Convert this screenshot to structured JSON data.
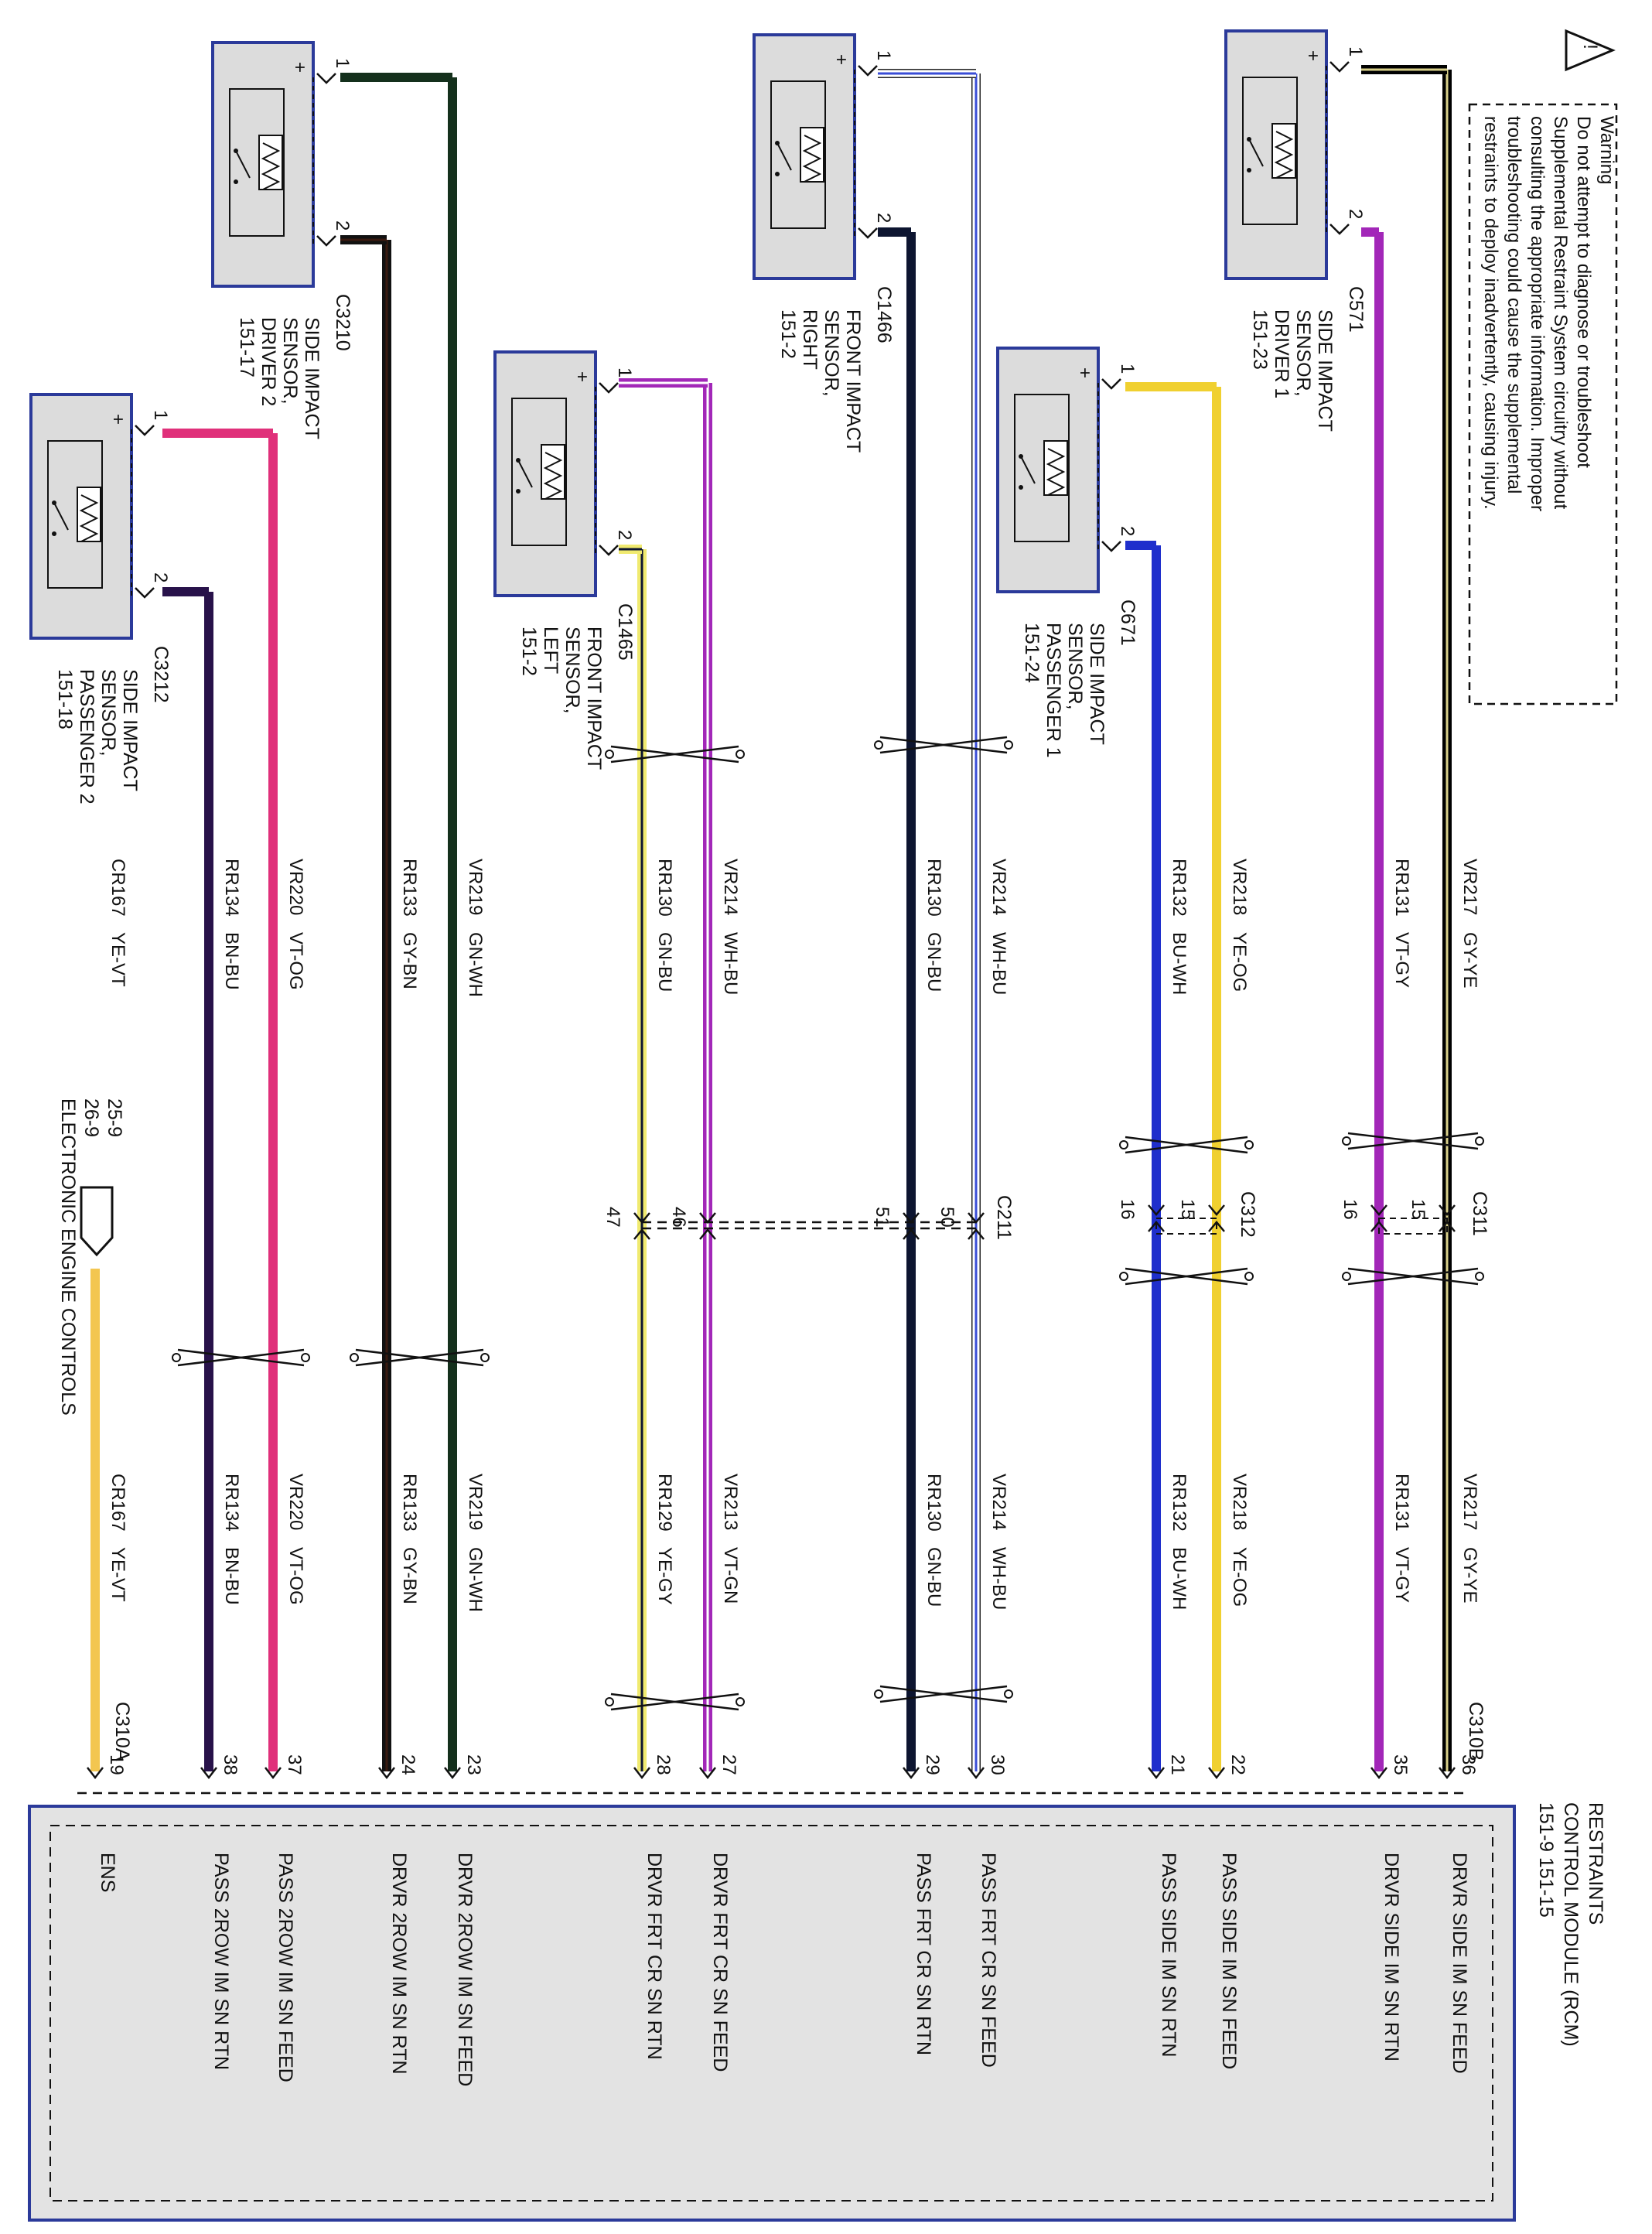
{
  "warning": {
    "lines": [
      "Warning",
      "Do not attempt to diagnose or troubleshoot",
      "Supplemental Restraint System circuitry without",
      "consulting the appropriate information. Improper",
      "troubleshooting could cause the supplemental",
      "restraints to deploy inadvertently, causing injury."
    ]
  },
  "module": {
    "name_lines": [
      "RESTRAINTS",
      "CONTROL MODULE (RCM)",
      "151-9     151-15"
    ],
    "connector_b": "C310B",
    "connector_a": "C310A"
  },
  "sensors": [
    {
      "id": "s1",
      "label_lines": [
        "SIDE IMPACT",
        "SENSOR,",
        "DRIVER 1",
        "151-23"
      ],
      "connector": "C571",
      "pins": [
        "1",
        "2"
      ]
    },
    {
      "id": "s2",
      "label_lines": [
        "SIDE IMPACT",
        "SENSOR,",
        "PASSENGER 1",
        "151-24"
      ],
      "connector": "C671",
      "pins": [
        "1",
        "2"
      ]
    },
    {
      "id": "s3",
      "label_lines": [
        "FRONT IMPACT",
        "SENSOR,",
        "RIGHT",
        "151-2"
      ],
      "connector": "C1466",
      "pins": [
        "1",
        "2"
      ]
    },
    {
      "id": "s4",
      "label_lines": [
        "FRONT IMPACT",
        "SENSOR,",
        "LEFT",
        "151-2"
      ],
      "connector": "C1465",
      "pins": [
        "1",
        "2"
      ]
    },
    {
      "id": "s5",
      "label_lines": [
        "SIDE IMPACT",
        "SENSOR,",
        "DRIVER 2",
        "151-17"
      ],
      "connector": "C3210",
      "pins": [
        "1",
        "2"
      ]
    },
    {
      "id": "s6",
      "label_lines": [
        "SIDE IMPACT",
        "SENSOR,",
        "PASSENGER 2",
        "151-18"
      ],
      "connector": "C3212",
      "pins": [
        "1",
        "2"
      ]
    }
  ],
  "inline_connectors": [
    {
      "name": "C311",
      "pins": [
        "15",
        "16"
      ]
    },
    {
      "name": "C312",
      "pins": [
        "15",
        "16"
      ]
    },
    {
      "name": "C211",
      "pins": [
        "50",
        "51",
        "46",
        "47"
      ]
    }
  ],
  "wires": [
    {
      "circuit_top": "VR217",
      "color_top": "GY-YE",
      "circuit_bottom": "VR217",
      "color_bottom": "GY-YE",
      "module_pin": "36",
      "function": "DRVR SIDE IM SN FEED",
      "hex": "#000000",
      "stripe": "#d9d08a"
    },
    {
      "circuit_top": "RR131",
      "color_top": "VT-GY",
      "circuit_bottom": "RR131",
      "color_bottom": "VT-GY",
      "module_pin": "35",
      "function": "DRVR SIDE IM SN RTN",
      "hex": "#a227b8",
      "stripe": "#a227b8"
    },
    {
      "circuit_top": "VR218",
      "color_top": "YE-OG",
      "circuit_bottom": "VR218",
      "color_bottom": "YE-OG",
      "module_pin": "22",
      "function": "PASS SIDE IM SN FEED",
      "hex": "#f0d030",
      "stripe": "#f0d030"
    },
    {
      "circuit_top": "RR132",
      "color_top": "BU-WH",
      "circuit_bottom": "RR132",
      "color_bottom": "BU-WH",
      "module_pin": "21",
      "function": "PASS SIDE IM SN RTN",
      "hex": "#1f2fcc",
      "stripe": "#1f2fcc"
    },
    {
      "circuit_top": "VR214",
      "color_top": "WH-BU",
      "circuit_bottom": "VR214",
      "color_bottom": "WH-BU",
      "module_pin": "30",
      "function": "PASS FRT CR SN FEED",
      "hex": "#ffffff",
      "stripe": "#3a4dd6"
    },
    {
      "circuit_top": "RR130",
      "color_top": "GN-BU",
      "circuit_bottom": "RR130",
      "color_bottom": "GN-BU",
      "module_pin": "29",
      "function": "PASS FRT CR SN RTN",
      "hex": "#0d1530",
      "stripe": "#0d1530"
    },
    {
      "circuit_top": "VR214",
      "color_top": "WH-BU",
      "circuit_bottom": "VR213",
      "color_bottom": "VT-GN",
      "module_pin": "27",
      "function": "DRVR FRT CR SN FEED",
      "hex": "#a227b8",
      "stripe": "#ffffff"
    },
    {
      "circuit_top": "RR130",
      "color_top": "GN-BU",
      "circuit_bottom": "RR129",
      "color_bottom": "YE-GY",
      "module_pin": "28",
      "function": "DRVR FRT CR SN RTN",
      "hex": "#f0ea70",
      "stripe": "#0d1530"
    },
    {
      "circuit_top": "VR219",
      "color_top": "GN-WH",
      "circuit_bottom": "VR219",
      "color_bottom": "GN-WH",
      "module_pin": "23",
      "function": "DRVR 2ROW IM SN FEED",
      "hex": "#14301c",
      "stripe": "#14301c"
    },
    {
      "circuit_top": "RR133",
      "color_top": "GY-BN",
      "circuit_bottom": "RR133",
      "color_bottom": "GY-BN",
      "module_pin": "24",
      "function": "DRVR 2ROW IM SN RTN",
      "hex": "#111111",
      "stripe": "#3a1a10"
    },
    {
      "circuit_top": "VR220",
      "color_top": "VT-OG",
      "circuit_bottom": "VR220",
      "color_bottom": "VT-OG",
      "module_pin": "37",
      "function": "PASS 2ROW IM SN FEED",
      "hex": "#e0307a",
      "stripe": "#e0307a"
    },
    {
      "circuit_top": "RR134",
      "color_top": "BN-BU",
      "circuit_bottom": "RR134",
      "color_bottom": "BN-BU",
      "module_pin": "38",
      "function": "PASS 2ROW IM SN RTN",
      "hex": "#28124a",
      "stripe": "#28124a"
    },
    {
      "circuit_top": "CR167",
      "color_top": "YE-VT",
      "circuit_bottom": "CR167",
      "color_bottom": "YE-VT",
      "module_pin": "19",
      "function": "ENS",
      "hex": "#f3c650",
      "stripe": "#f3c650"
    }
  ],
  "ens_reference": {
    "lines": [
      "25-9",
      "26-9",
      "ELECTRONIC ENGINE CONTROLS"
    ]
  }
}
